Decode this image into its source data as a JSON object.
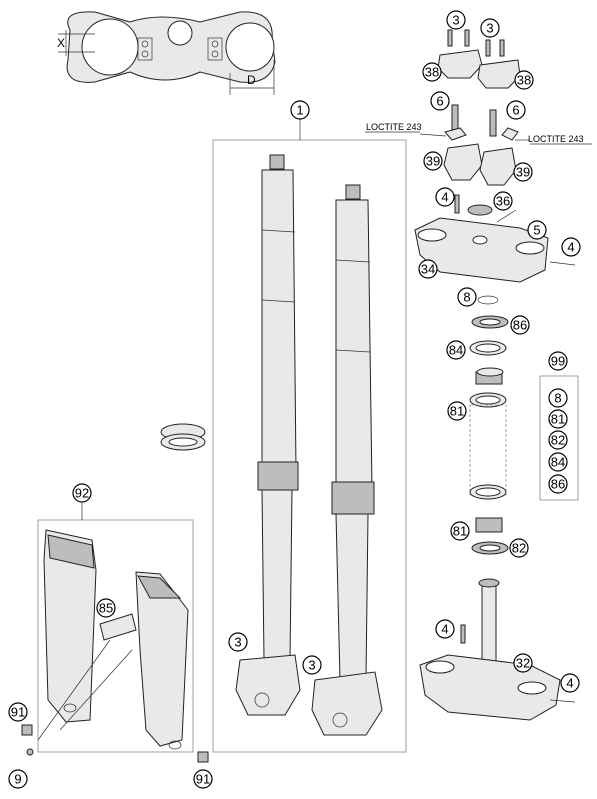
{
  "dimensions": {
    "x": "X",
    "d": "D"
  },
  "loctite_left": "LOCTITE 243",
  "loctite_right": "LOCTITE 243",
  "callouts": {
    "c1": "1",
    "c3a": "3",
    "c3b": "3",
    "c3c": "3",
    "c3d": "3",
    "c38a": "38",
    "c38b": "38",
    "c6a": "6",
    "c6b": "6",
    "c39a": "39",
    "c39b": "39",
    "c4a": "4",
    "c36": "36",
    "c5": "5",
    "c4b": "4",
    "c34": "34",
    "c8": "8",
    "c86": "86",
    "c84": "84",
    "c81a": "81",
    "c81b": "81",
    "c82": "82",
    "c92": "92",
    "c85": "85",
    "c91a": "91",
    "c91b": "91",
    "c9": "9",
    "c4c": "4",
    "c32": "32",
    "c4d": "4"
  },
  "kit_99": {
    "label": "99",
    "items": [
      "8",
      "81",
      "82",
      "84",
      "86"
    ]
  }
}
